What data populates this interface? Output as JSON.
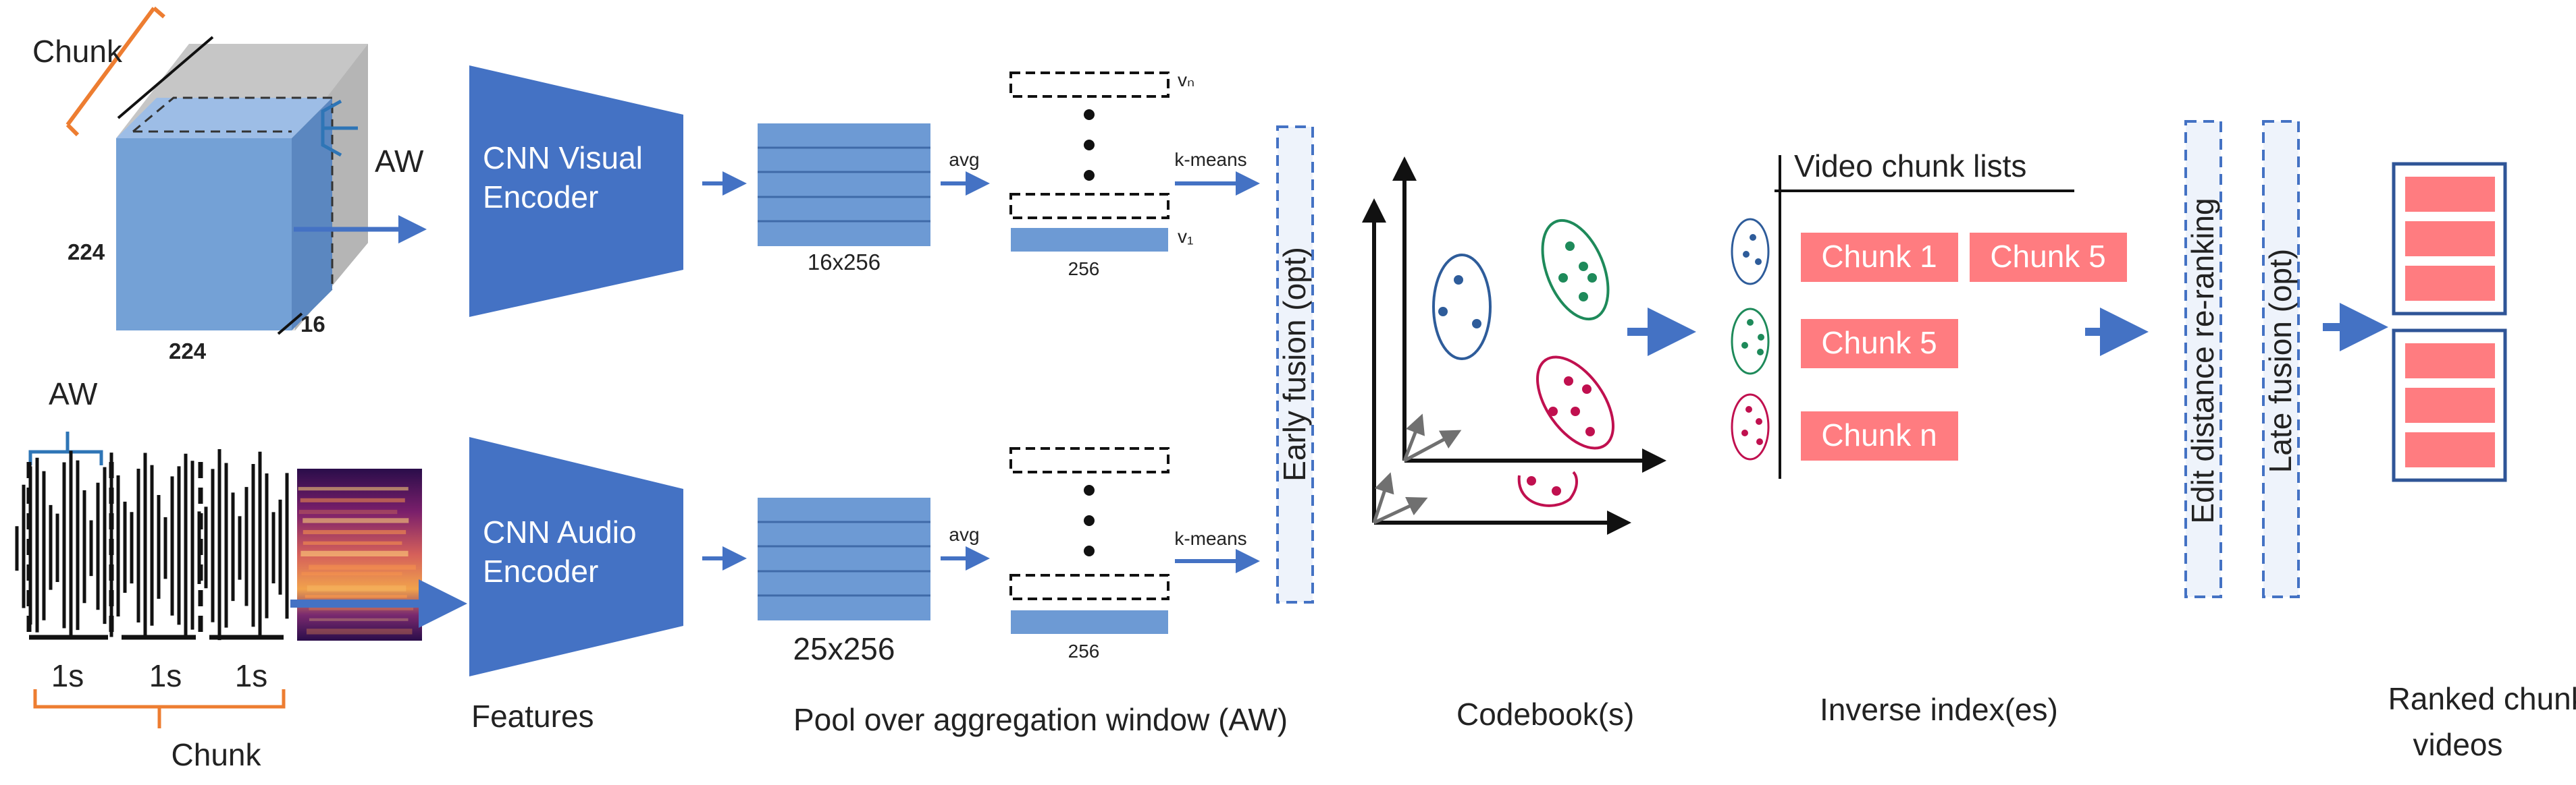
{
  "colors": {
    "encoder": "#4472C4",
    "feature": "#6D9AD4",
    "arrow": "#4472C4",
    "orange": "#ED7D31",
    "chunk_box": "#FF7C80",
    "cube_front": "#74A1D6",
    "cube_back": "#BFBFBF",
    "blue_cluster": "#2E5C9A",
    "green_cluster": "#1E8A5A",
    "red_cluster": "#C0104F"
  },
  "input": {
    "visual": {
      "chunk_label": "Chunk",
      "aw_label": "AW",
      "height_label": "224",
      "width_label": "224",
      "depth_label": "16"
    },
    "audio": {
      "aw_label": "AW",
      "time_labels": [
        "1s",
        "1s",
        "1s"
      ],
      "chunk_label": "Chunk"
    }
  },
  "encoders": {
    "visual": {
      "line1": "CNN Visual",
      "line2": "Encoder"
    },
    "audio": {
      "line1": "CNN Audio",
      "line2": "Encoder"
    }
  },
  "features": {
    "visual_dim": "16x256",
    "audio_dim": "25x256",
    "avg_label": "avg",
    "pooled_dim": "256",
    "vn_label": "vₙ",
    "v1_label": "v₁",
    "kmeans_label": "k-means"
  },
  "fusion": {
    "early": "Early fusion (opt)",
    "late": "Late fusion (opt)",
    "rerank": "Edit distance re-ranking"
  },
  "index": {
    "title": "Video chunk lists",
    "chunks": [
      "Chunk 1",
      "Chunk 5",
      "Chunk 5",
      "Chunk n"
    ]
  },
  "stages": {
    "features": "Features",
    "pool": "Pool over aggregation window (AW)",
    "codebook": "Codebook(s)",
    "inverse": "Inverse index(es)",
    "ranked_line1": "Ranked chunks /",
    "ranked_line2": "videos"
  }
}
